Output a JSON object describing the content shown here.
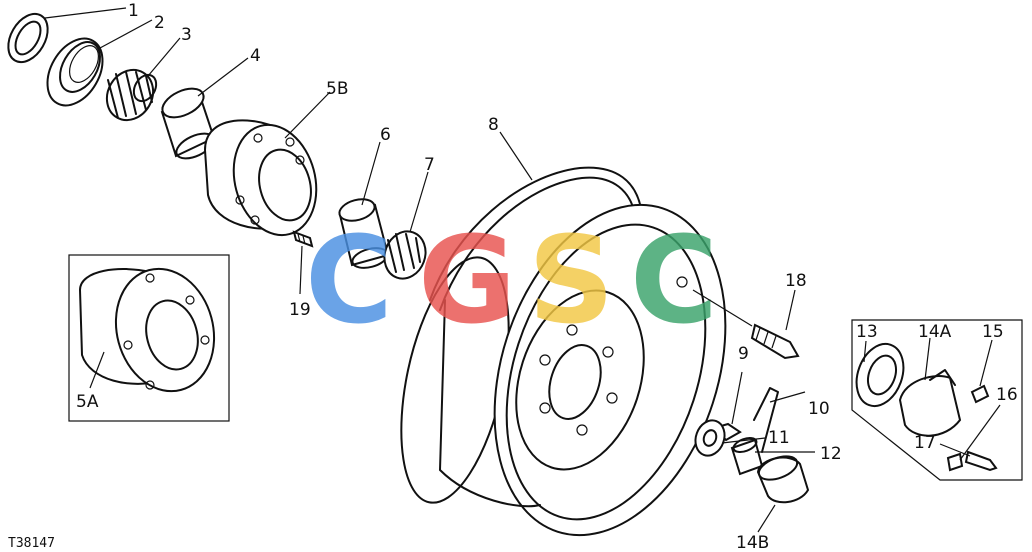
{
  "figure_id": "T38147",
  "watermark": {
    "letters": [
      "C",
      "G",
      "S",
      "C"
    ],
    "colors": [
      "#4a90e2",
      "#e8534f",
      "#f2c744",
      "#3aa36b"
    ]
  },
  "callouts": {
    "c1": "1",
    "c2": "2",
    "c3": "3",
    "c4": "4",
    "c5b": "5B",
    "c5a": "5A",
    "c6": "6",
    "c7": "7",
    "c8": "8",
    "c9": "9",
    "c10": "10",
    "c11": "11",
    "c12": "12",
    "c13": "13",
    "c14a": "14A",
    "c14b": "14B",
    "c15": "15",
    "c16": "16",
    "c17": "17",
    "c18": "18",
    "c19": "19"
  }
}
